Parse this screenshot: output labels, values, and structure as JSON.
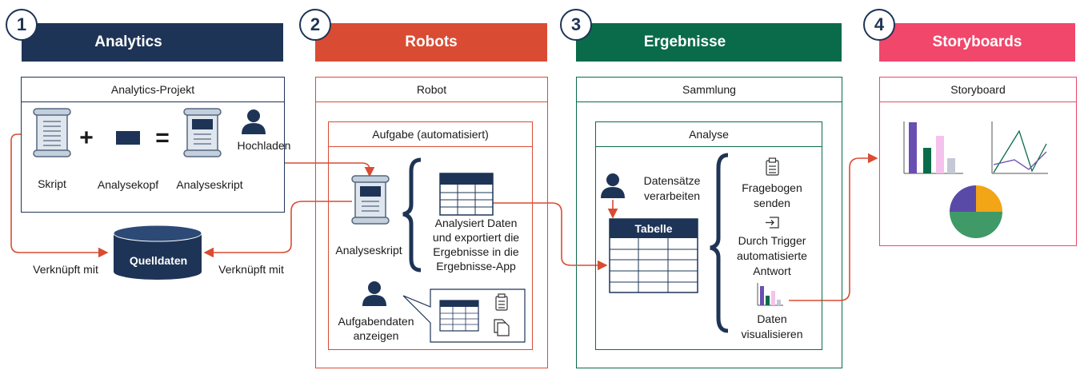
{
  "colors": {
    "analytics": "#1e3456",
    "robots": "#d94c33",
    "results": "#0a6b4a",
    "storyboards": "#f0476b",
    "arrow": "#d94c33"
  },
  "steps": [
    {
      "number": "1",
      "title": "Analytics"
    },
    {
      "number": "2",
      "title": "Robots"
    },
    {
      "number": "3",
      "title": "Ergebnisse"
    },
    {
      "number": "4",
      "title": "Storyboards"
    }
  ],
  "analytics": {
    "project_title": "Analytics-Projekt",
    "script_label": "Skript",
    "plus": "+",
    "header_label": "Analysekopf",
    "equals": "=",
    "analysis_script_label": "Analyseskript",
    "upload_label": "Hochladen",
    "source_label": "Quelldaten",
    "link_left": "Verknüpft mit",
    "link_right": "Verknüpft mit"
  },
  "robots": {
    "panel_title": "Robot",
    "task_title": "Aufgabe (automatisiert)",
    "script_label": "Analyseskript",
    "analyze_text": [
      "Analysiert Daten",
      "und exportiert die",
      "Ergebnisse in die",
      "Ergebnisse-App"
    ],
    "view_text": [
      "Aufgabendaten",
      "anzeigen"
    ]
  },
  "results": {
    "panel_title": "Sammlung",
    "analysis_title": "Analyse",
    "process_text": [
      "Datensätze",
      "verarbeiten"
    ],
    "table_header": "Tabelle",
    "questionnaire_text": [
      "Fragebogen",
      "senden"
    ],
    "trigger_text": [
      "Durch Trigger",
      "automatisierte",
      "Antwort"
    ],
    "visualize_text": [
      "Daten",
      "visualisieren"
    ]
  },
  "storyboards": {
    "panel_title": "Storyboard"
  }
}
